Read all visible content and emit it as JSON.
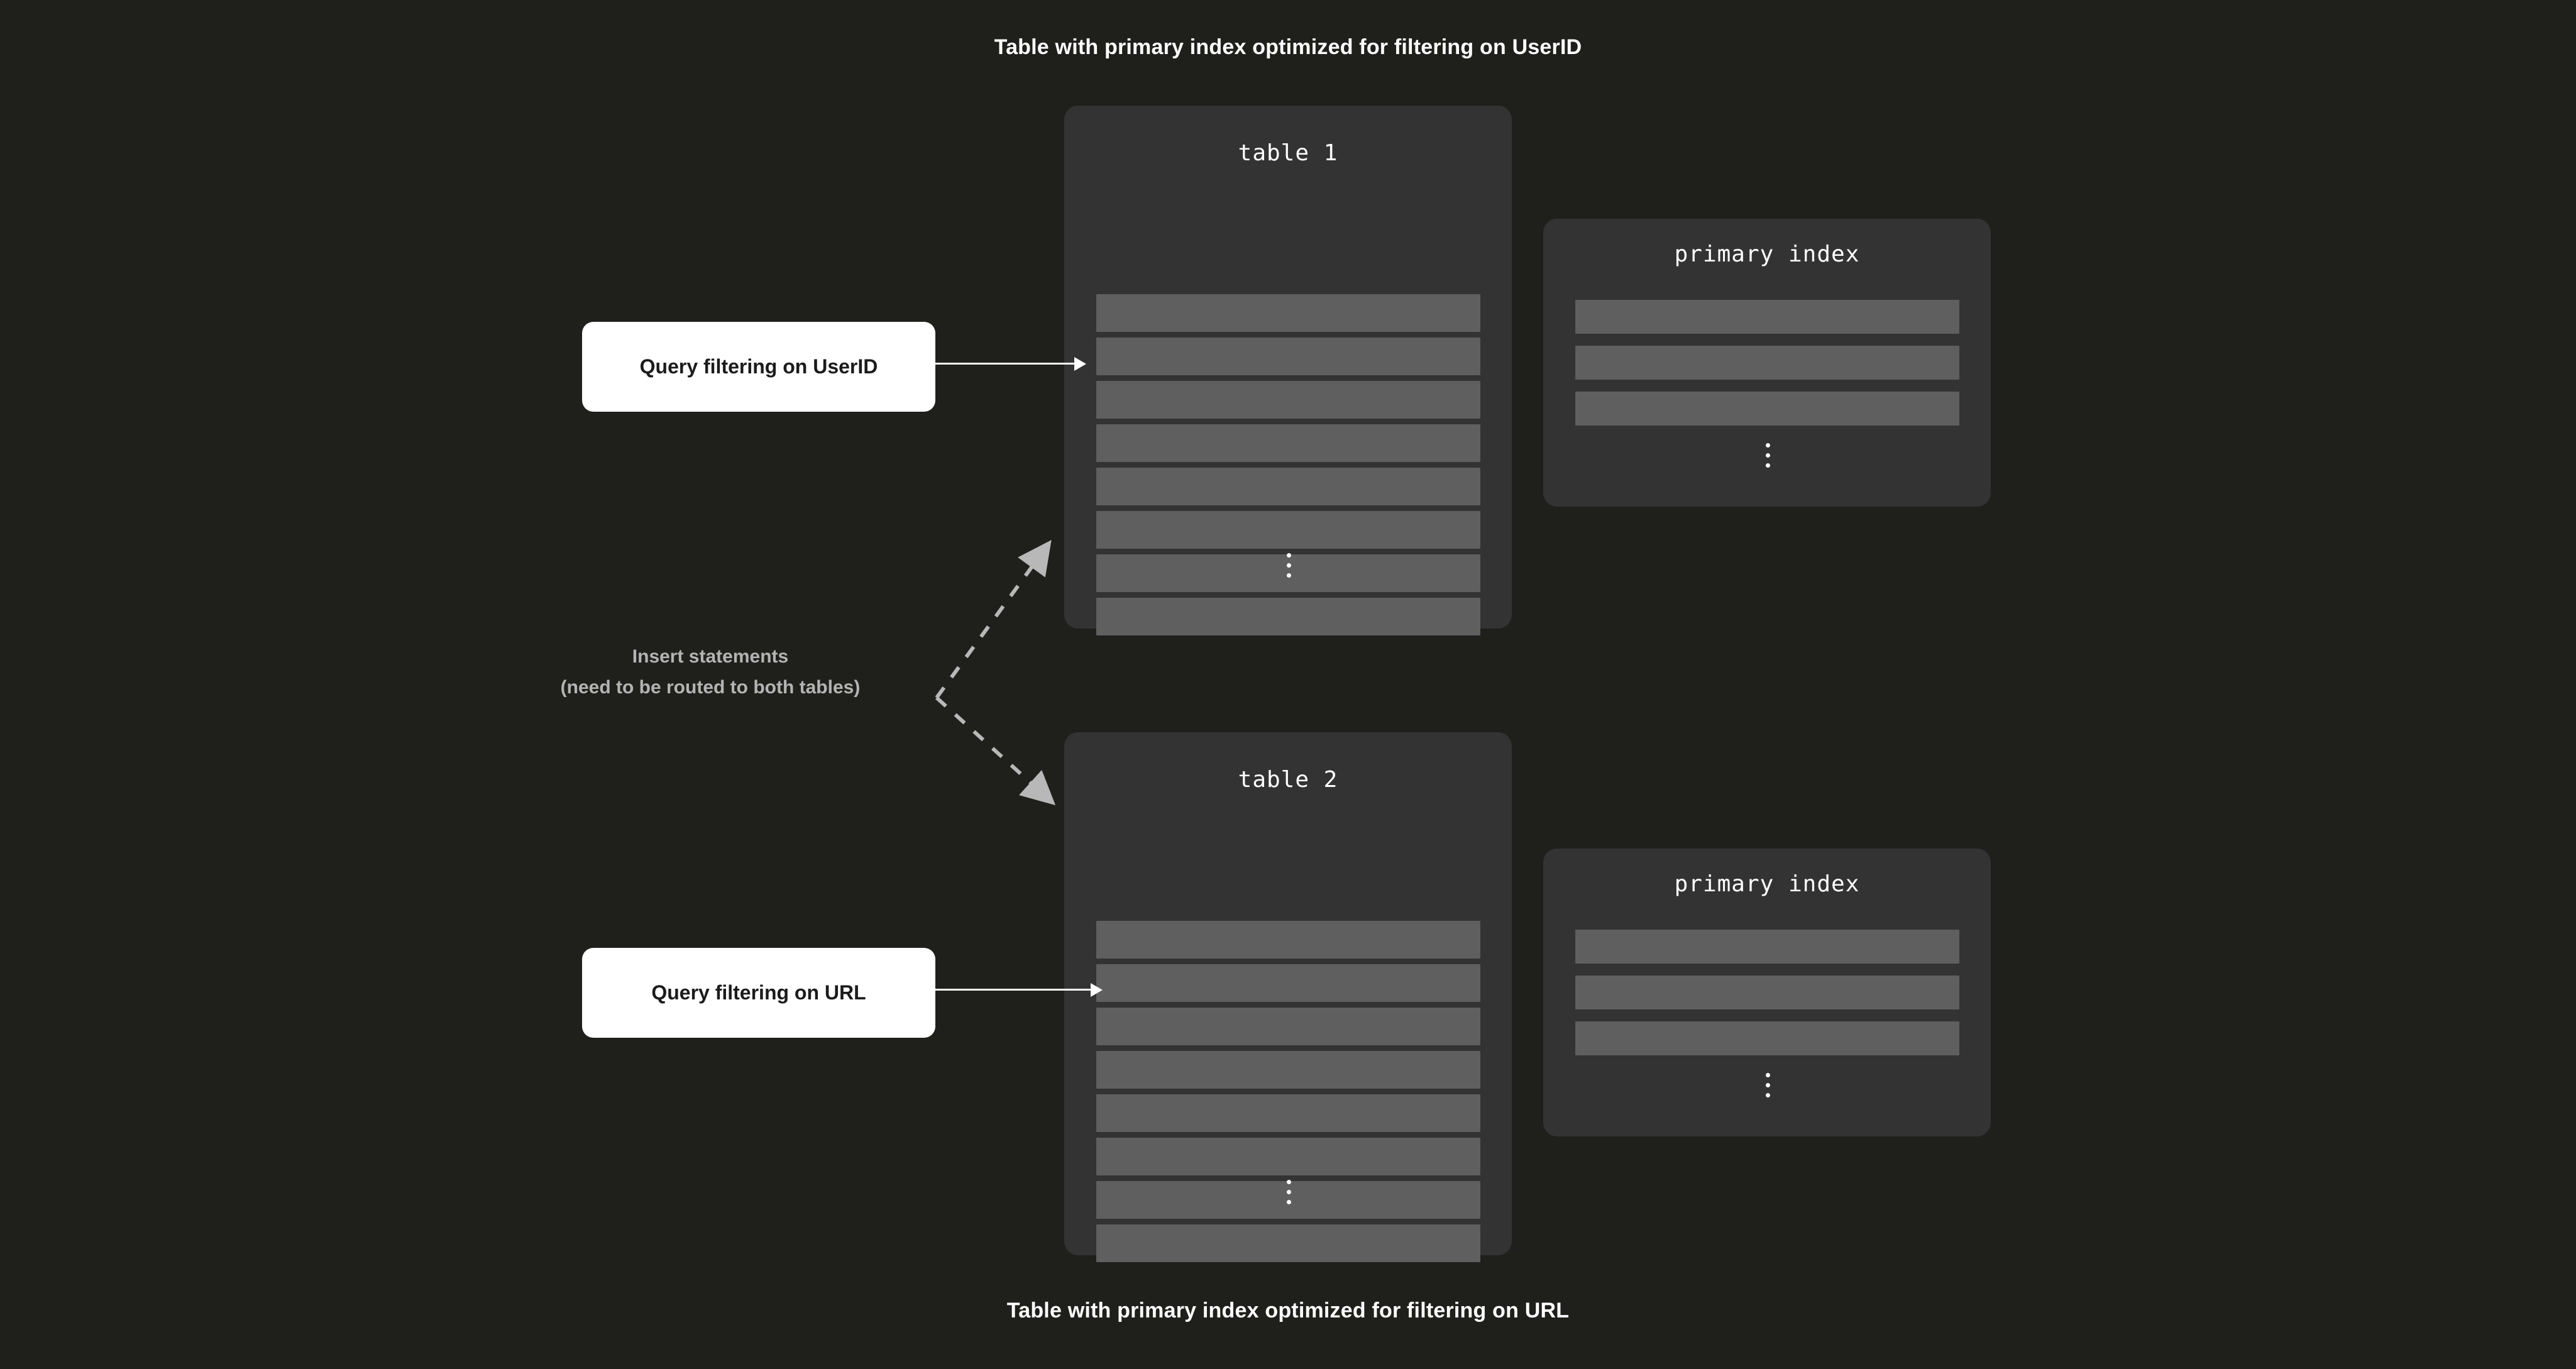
{
  "captions": {
    "top": "Table with primary index optimized for filtering on UserID",
    "bottom": "Table with primary index optimized for filtering on URL"
  },
  "colors": {
    "background": "#1f201c",
    "card": "#333333",
    "row_bar": "#5f5f5f",
    "query_box": "#ffffff",
    "query_text": "#1b1b1b",
    "caption_text": "#ffffff",
    "insert_text": "#b4b4b4",
    "arrow": "#ffffff",
    "dashed_arrow": "#b8b8b8"
  },
  "tables": [
    {
      "title": "table 1",
      "row_count": 8,
      "ellipsis": "vertical-ellipsis",
      "index": {
        "title": "primary index",
        "row_count": 3,
        "ellipsis": "vertical-ellipsis"
      }
    },
    {
      "title": "table 2",
      "row_count": 8,
      "ellipsis": "vertical-ellipsis",
      "index": {
        "title": "primary index",
        "row_count": 3,
        "ellipsis": "vertical-ellipsis"
      }
    }
  ],
  "queries": [
    {
      "label": "Query filtering on UserID"
    },
    {
      "label": "Query filtering on URL"
    }
  ],
  "insert_note": {
    "line1": "Insert statements",
    "line2": "(need to be routed to both tables)"
  }
}
